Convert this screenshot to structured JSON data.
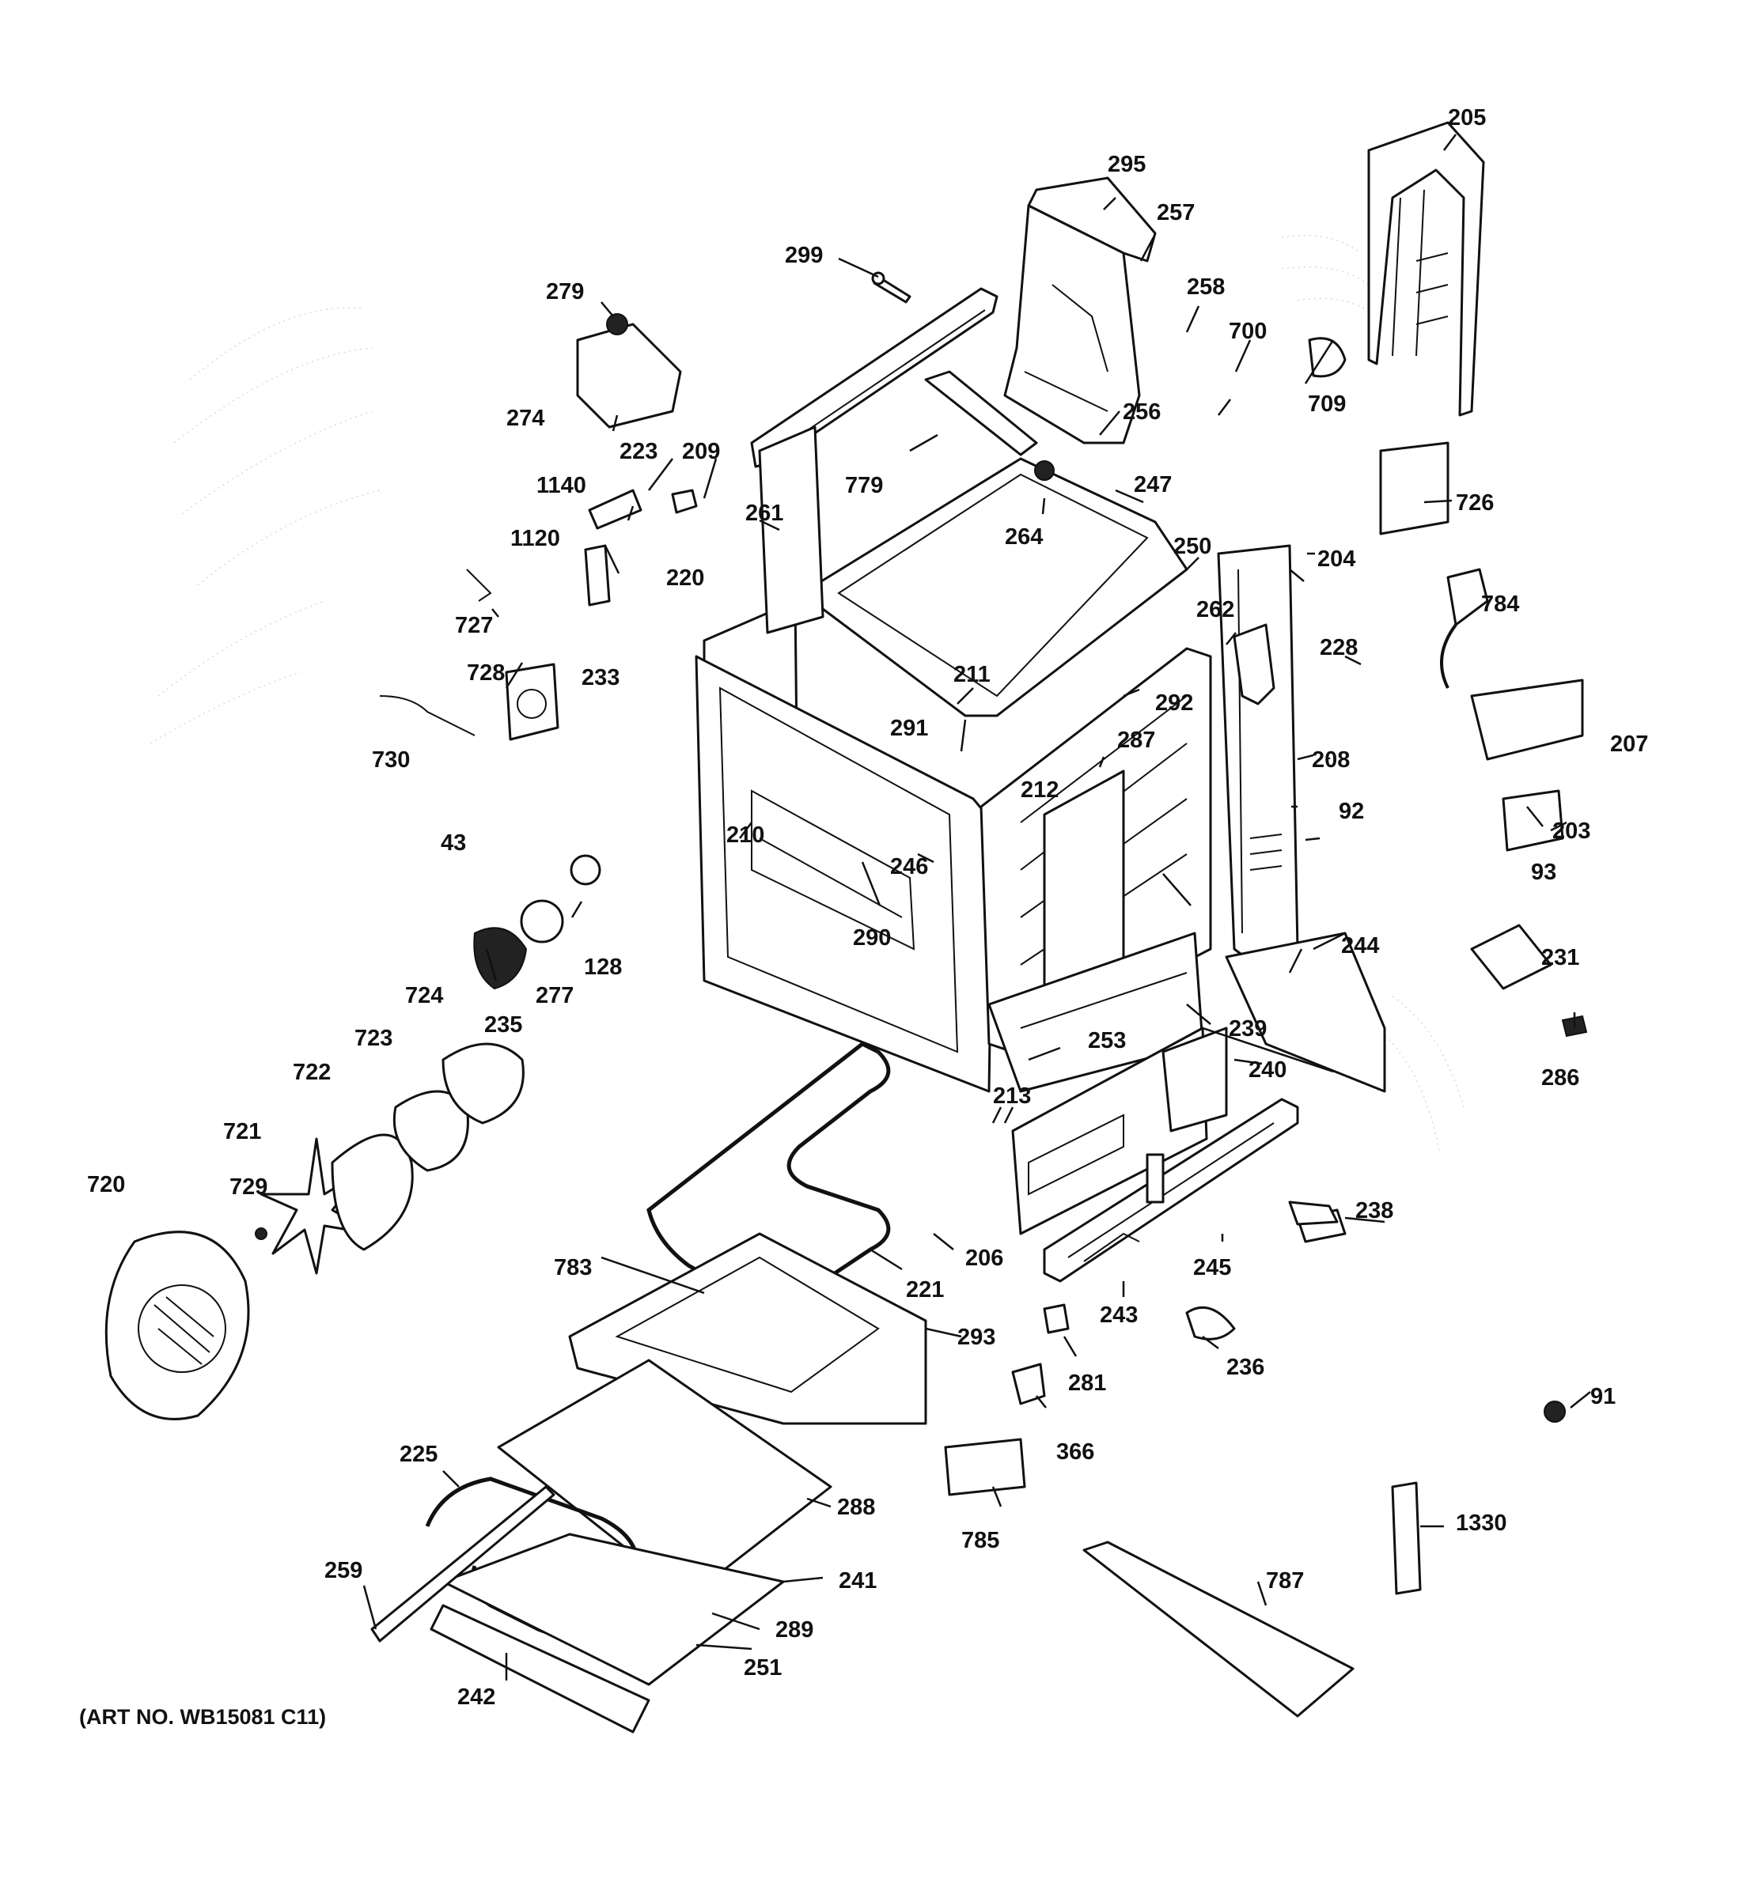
{
  "diagram": {
    "art_number": "(ART NO. WB15081 C11)",
    "callouts": [
      "205",
      "295",
      "257",
      "299",
      "258",
      "700",
      "279",
      "709",
      "256",
      "274",
      "223",
      "209",
      "779",
      "247",
      "726",
      "1140",
      "261",
      "264",
      "250",
      "204",
      "1120",
      "220",
      "262",
      "784",
      "727",
      "228",
      "211",
      "728",
      "233",
      "292",
      "207",
      "291",
      "287",
      "208",
      "730",
      "212",
      "92",
      "203",
      "93",
      "43",
      "210",
      "246",
      "290",
      "128",
      "231",
      "244",
      "277",
      "235",
      "724",
      "239",
      "286",
      "253",
      "723",
      "240",
      "722",
      "213",
      "238",
      "721",
      "206",
      "245",
      "720",
      "729",
      "221",
      "783",
      "293",
      "243",
      "281",
      "236",
      "91",
      "366",
      "225",
      "288",
      "785",
      "1330",
      "259",
      "241",
      "787",
      "289",
      "251",
      "242"
    ]
  }
}
